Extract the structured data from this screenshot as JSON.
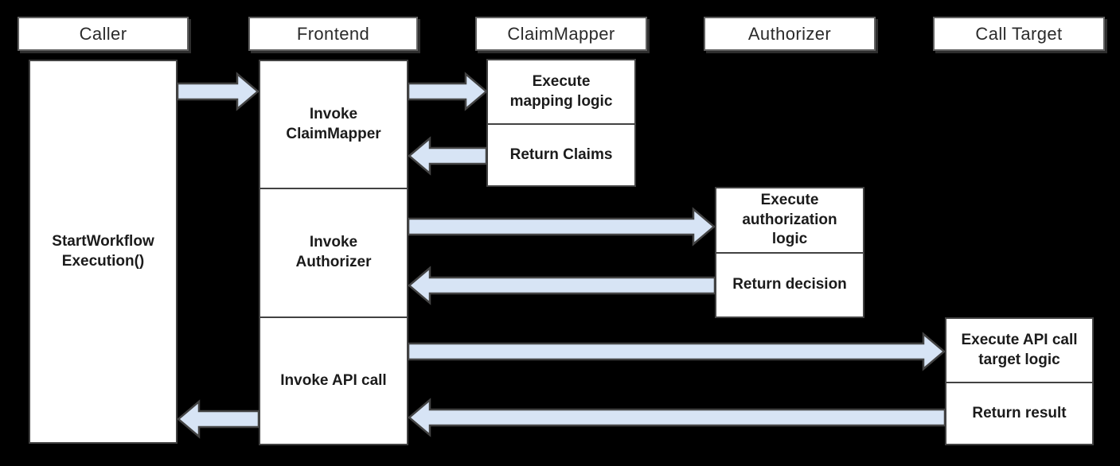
{
  "colors": {
    "background": "#000000",
    "box_fill": "#ffffff",
    "box_border": "#424242",
    "header_border": "#616161",
    "arrow_fill": "#d7e4f5",
    "arrow_stroke": "#434343",
    "text": "#1b1b1b"
  },
  "diagram": {
    "type": "sequence",
    "actors": [
      {
        "label": "Caller"
      },
      {
        "label": "Frontend"
      },
      {
        "label": "ClaimMapper"
      },
      {
        "label": "Authorizer"
      },
      {
        "label": "Call Target"
      }
    ],
    "caller": {
      "activity": "StartWorkflow\nExecution()"
    },
    "frontend": {
      "sections": [
        {
          "label": "Invoke\nClaimMapper"
        },
        {
          "label": "Invoke\nAuthorizer"
        },
        {
          "label": "Invoke API call"
        }
      ]
    },
    "claimmapper": {
      "steps": [
        {
          "label": "Execute\nmapping logic"
        },
        {
          "label": "Return Claims"
        }
      ]
    },
    "authorizer": {
      "steps": [
        {
          "label": "Execute\nauthorization\nlogic"
        },
        {
          "label": "Return decision"
        }
      ]
    },
    "calltarget": {
      "steps": [
        {
          "label": "Execute API call\ntarget logic"
        },
        {
          "label": "Return result"
        }
      ]
    },
    "arrows": [
      {
        "from": "Caller",
        "to": "Frontend"
      },
      {
        "from": "Frontend",
        "to": "ClaimMapper"
      },
      {
        "from": "ClaimMapper",
        "to": "Frontend"
      },
      {
        "from": "Frontend",
        "to": "Authorizer"
      },
      {
        "from": "Authorizer",
        "to": "Frontend"
      },
      {
        "from": "Frontend",
        "to": "Call Target"
      },
      {
        "from": "Call Target",
        "to": "Frontend"
      },
      {
        "from": "Frontend",
        "to": "Caller"
      }
    ]
  }
}
